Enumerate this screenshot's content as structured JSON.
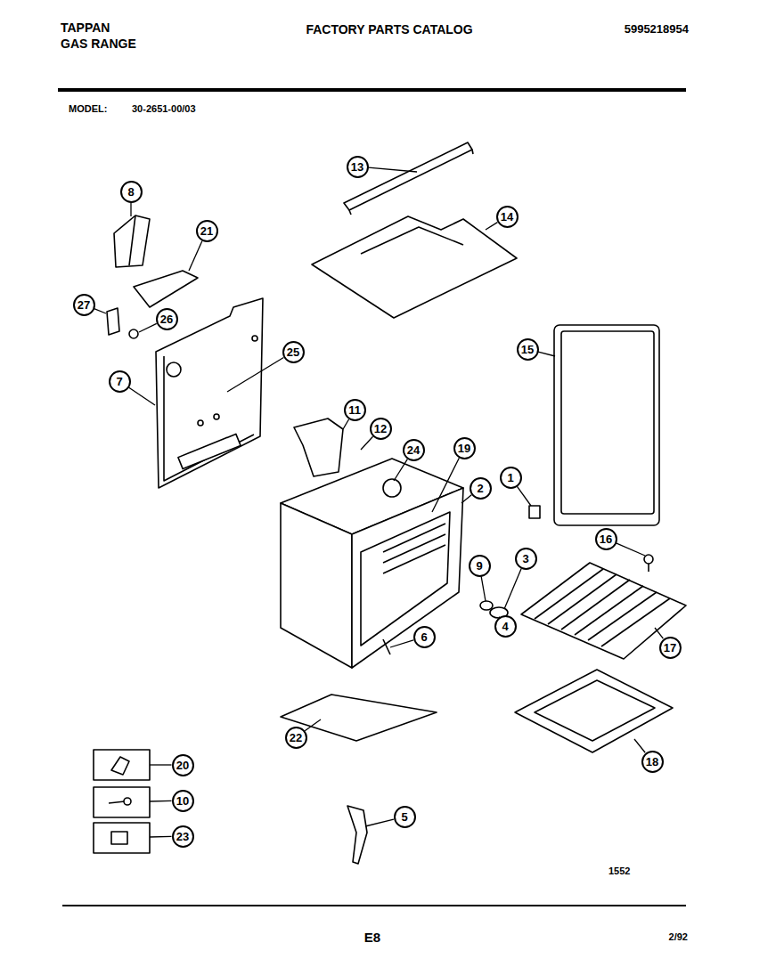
{
  "diagram": {
    "title": "FACTORY PARTS CATALOG",
    "nodes": [
      {
        "text": [
          "13"
        ]
      },
      {
        "text": [
          "8"
        ]
      },
      {
        "text": [
          "14"
        ]
      },
      {
        "text": [
          "21"
        ]
      },
      {
        "text": [
          "27"
        ]
      },
      {
        "text": [
          "26"
        ]
      },
      {
        "text": [
          "15"
        ]
      },
      {
        "text": [
          "25"
        ]
      },
      {
        "text": [
          "7"
        ]
      },
      {
        "text": [
          "11"
        ]
      },
      {
        "text": [
          "12"
        ]
      },
      {
        "text": [
          "19"
        ]
      },
      {
        "text": [
          "24"
        ]
      },
      {
        "text": [
          "1"
        ]
      },
      {
        "text": [
          "2"
        ]
      },
      {
        "text": [
          "16"
        ]
      },
      {
        "text": [
          "3"
        ]
      },
      {
        "text": [
          "9"
        ]
      },
      {
        "text": [
          "4"
        ]
      },
      {
        "text": [
          "6"
        ]
      },
      {
        "text": [
          "17"
        ]
      },
      {
        "text": [
          "22"
        ]
      },
      {
        "text": [
          "18"
        ]
      },
      {
        "text": [
          "20"
        ]
      },
      {
        "text": [
          "10"
        ]
      },
      {
        "text": [
          "5"
        ]
      },
      {
        "text": [
          "23"
        ]
      }
    ],
    "labels": [
      "TAPPAN",
      "GAS RANGE",
      "5995218954",
      "MODEL:",
      "30-2651-00/03",
      "1552",
      "E8",
      "2/92"
    ]
  }
}
